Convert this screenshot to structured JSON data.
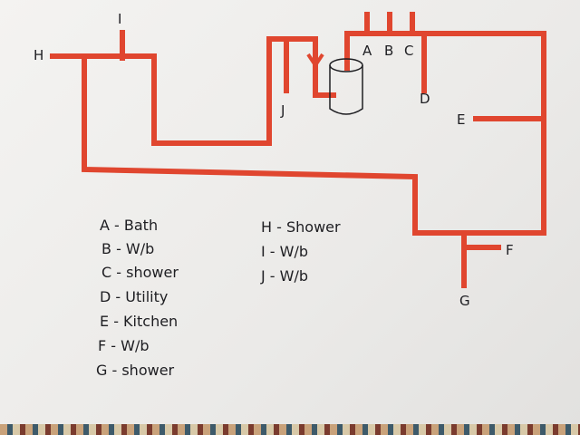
{
  "diagram": {
    "pipe_color": "#e0462f",
    "labels": {
      "A": "A",
      "B": "B",
      "C": "C",
      "D": "D",
      "E": "E",
      "F": "F",
      "G": "G",
      "H": "H",
      "I": "I",
      "J": "J"
    },
    "legend": [
      {
        "key": "A",
        "text": "A - Bath"
      },
      {
        "key": "B",
        "text": "B - W/b"
      },
      {
        "key": "C",
        "text": "C - shower"
      },
      {
        "key": "D",
        "text": "D - Utility"
      },
      {
        "key": "E",
        "text": "E - Kitchen"
      },
      {
        "key": "F",
        "text": "F - W/b"
      },
      {
        "key": "G",
        "text": "G - shower"
      },
      {
        "key": "H",
        "text": "H - Shower"
      },
      {
        "key": "I",
        "text": "I - W/b"
      },
      {
        "key": "J",
        "text": "J - W/b"
      }
    ]
  }
}
